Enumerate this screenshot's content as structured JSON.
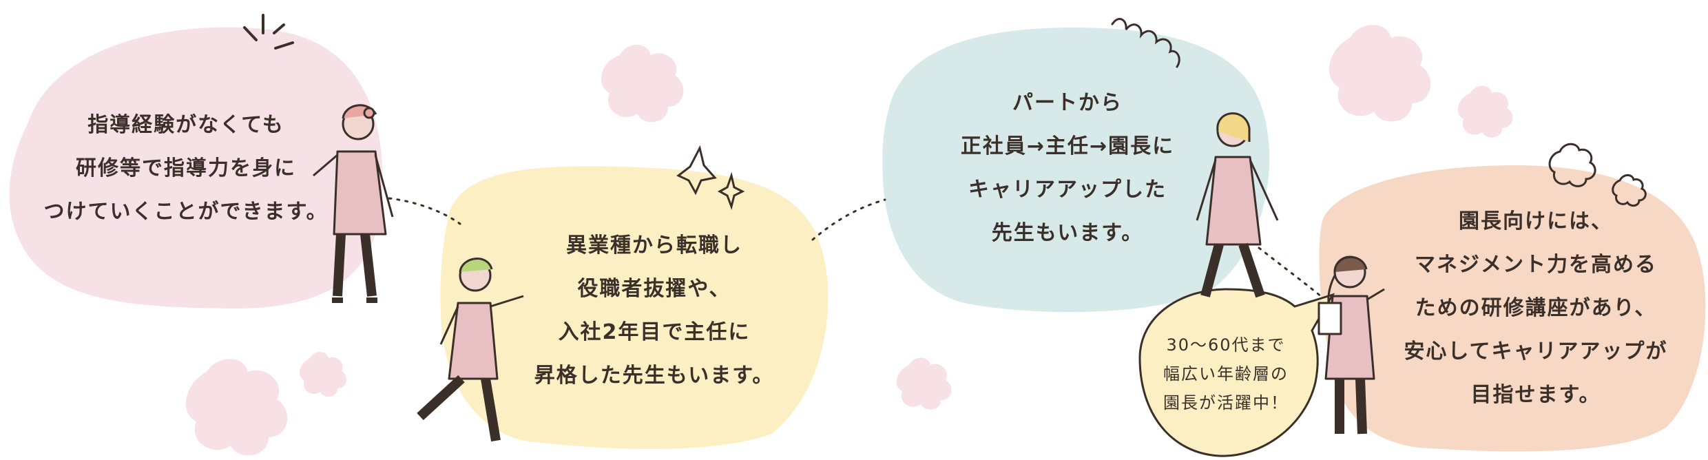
{
  "colors": {
    "pink": "#f6e2e6",
    "yellow": "#fbefc3",
    "teal": "#d7eae9",
    "peach": "#f6d8c4",
    "flower": "#f7e1e5",
    "outline": "#3b2f2a",
    "text": "#3b2f2a"
  },
  "cards": [
    {
      "lines": [
        "指導経験がなくても",
        "研修等で指導力を身に",
        "つけていくことができます。"
      ]
    },
    {
      "lines": [
        "異業種から転職し",
        "役職者抜擢や、",
        "入社2年目で主任に",
        "昇格した先生もいます。"
      ]
    },
    {
      "lines": [
        "パートから",
        "正社員→主任→園長に",
        "キャリアアップした",
        "先生もいます。"
      ]
    },
    {
      "lines": [
        "園長向けには、",
        "マネジメント力を高める",
        "ための研修講座があり、",
        "安心してキャリアアップが",
        "目指せます。"
      ]
    }
  ],
  "speech": {
    "lines": [
      "30〜60代まで",
      "幅広い年齢層の",
      "園長が活躍中！"
    ]
  }
}
